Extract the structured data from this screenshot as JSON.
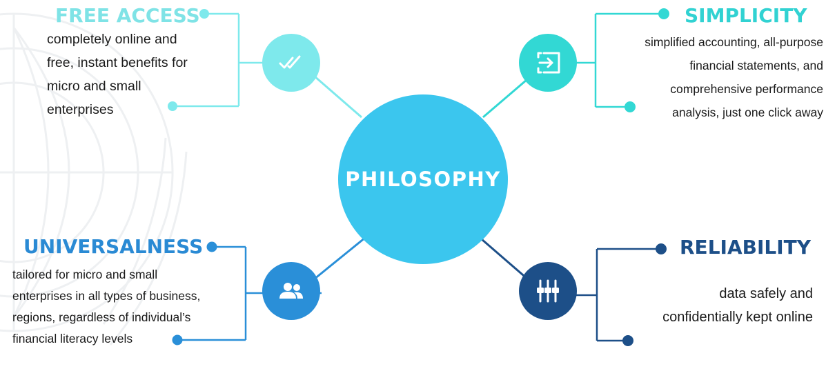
{
  "center": {
    "label": "PHILOSOPHY"
  },
  "free_access": {
    "title": "FREE ACCESS",
    "lines": [
      "completely online and",
      "free, instant benefits for",
      "micro and small",
      "enterprises"
    ],
    "color": "#7ee9ec",
    "icon": "double-check-icon"
  },
  "simplicity": {
    "title": "SIMPLICITY",
    "lines": [
      "simplified accounting, all-purpose",
      "financial statements, and",
      "comprehensive performance",
      "analysis, just one click away"
    ],
    "color": "#32d8d4",
    "icon": "sign-in-icon"
  },
  "universalness": {
    "title": "UNIVERSALNESS",
    "lines": [
      "tailored for micro and small",
      "enterprises in all types of business,",
      "regions, regardless of individual’s",
      "financial literacy levels"
    ],
    "color": "#2a8fd8",
    "icon": "users-icon"
  },
  "reliability": {
    "title": "RELIABILITY",
    "lines": [
      "data safely and",
      "confidentially kept online"
    ],
    "color": "#1d4f88",
    "icon": "sliders-icon"
  }
}
